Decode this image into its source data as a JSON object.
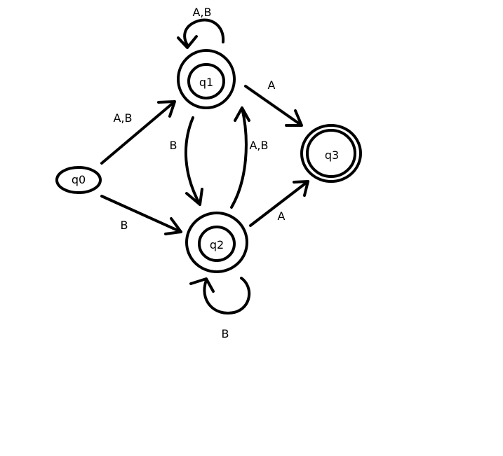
{
  "colors": {
    "background": "#ffffff",
    "ink": "#000000"
  },
  "states": [
    {
      "id": "q0",
      "label": "q0",
      "accepting": false
    },
    {
      "id": "q1",
      "label": "q1",
      "accepting": true
    },
    {
      "id": "q2",
      "label": "q2",
      "accepting": true
    },
    {
      "id": "q3",
      "label": "q3",
      "accepting": true
    }
  ],
  "transitions": [
    {
      "from": "q1",
      "to": "q1",
      "label": "A,B"
    },
    {
      "from": "q0",
      "to": "q1",
      "label": "A,B"
    },
    {
      "from": "q0",
      "to": "q2",
      "label": "B"
    },
    {
      "from": "q1",
      "to": "q2",
      "label": "B"
    },
    {
      "from": "q2",
      "to": "q1",
      "label": "A,B"
    },
    {
      "from": "q1",
      "to": "q3",
      "label": "A"
    },
    {
      "from": "q2",
      "to": "q3",
      "label": "A"
    },
    {
      "from": "q2",
      "to": "q2",
      "label": "B"
    }
  ]
}
